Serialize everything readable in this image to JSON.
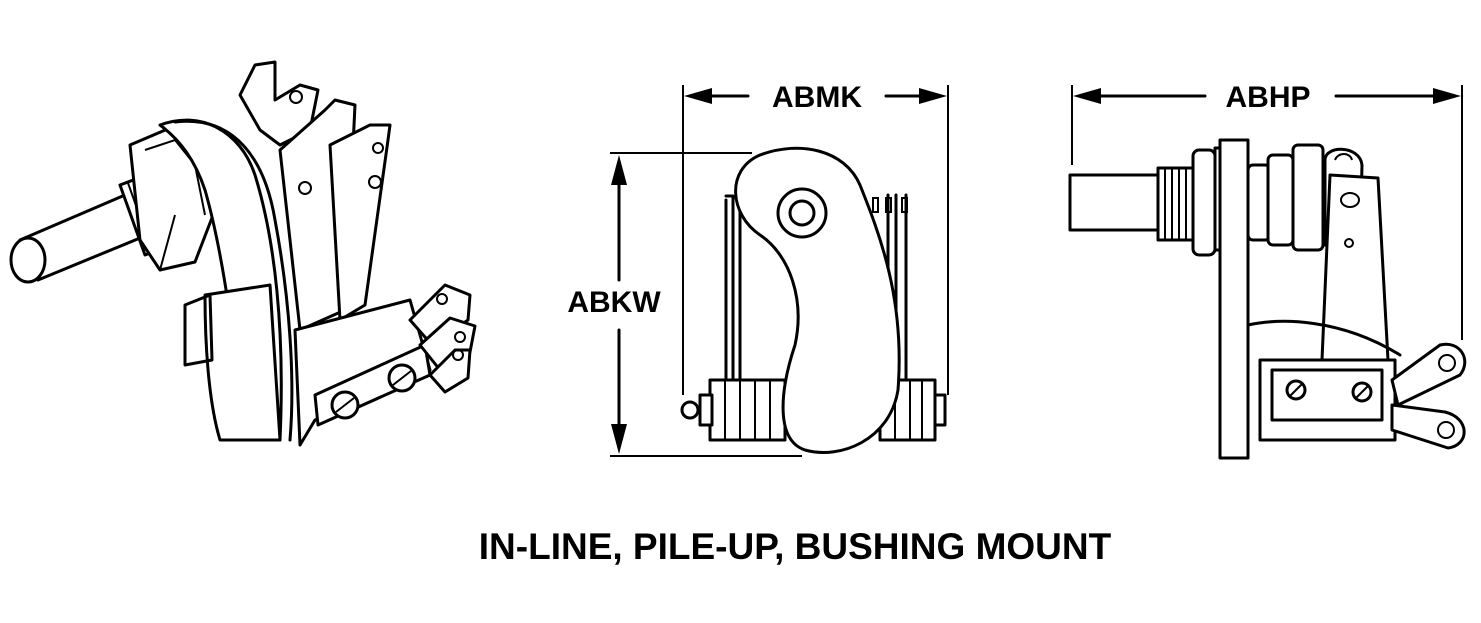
{
  "labels": {
    "width_dimension": "ABMK",
    "height_dimension": "ABKW",
    "length_dimension": "ABHP"
  },
  "caption": "IN-LINE, PILE-UP, BUSHING MOUNT",
  "colors": {
    "ink": "#000000",
    "background": "#ffffff"
  }
}
